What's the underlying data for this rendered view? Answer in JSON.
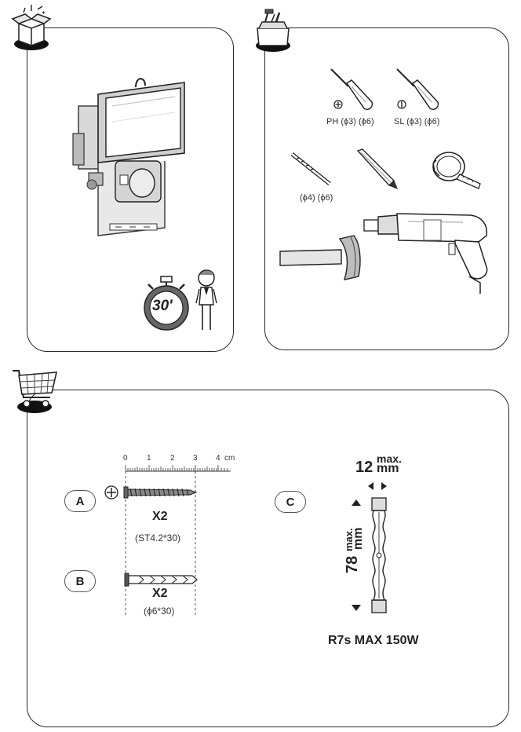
{
  "contents": {
    "assembly_time": "30'"
  },
  "tools": {
    "screwdriver_ph_label": "PH (ϕ3) (ϕ6)",
    "screwdriver_sl_label": "SL (ϕ3) (ϕ6)",
    "drill_bit_label": "(ϕ4) (ϕ6)"
  },
  "parts": {
    "ruler": {
      "ticks": [
        "0",
        "1",
        "2",
        "3",
        "4"
      ],
      "unit": "cm"
    },
    "screw": {
      "letter": "A",
      "quantity": "X2",
      "spec": "(ST4.2*30)"
    },
    "anchor": {
      "letter": "B",
      "quantity": "X2",
      "spec": "(ϕ6*30)"
    },
    "bulb": {
      "letter": "C",
      "width_value": "12",
      "width_unit": "mm",
      "width_qualifier": "max.",
      "length_value": "78",
      "length_unit": "mm",
      "length_qualifier": "max.",
      "rating": "R7s MAX 150W"
    }
  }
}
